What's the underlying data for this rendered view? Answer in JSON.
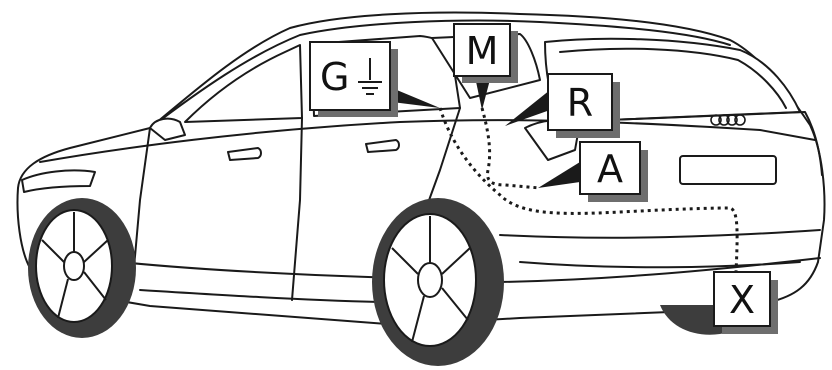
{
  "labels": {
    "G": "G",
    "M": "M",
    "R": "R",
    "A": "A",
    "X": "X"
  },
  "icons": {
    "G": "ground-icon"
  },
  "colors": {
    "line": "#1a1a1a",
    "shadow": "#3a3a3a",
    "tire": "#3d3d3d",
    "background": "#ffffff"
  }
}
